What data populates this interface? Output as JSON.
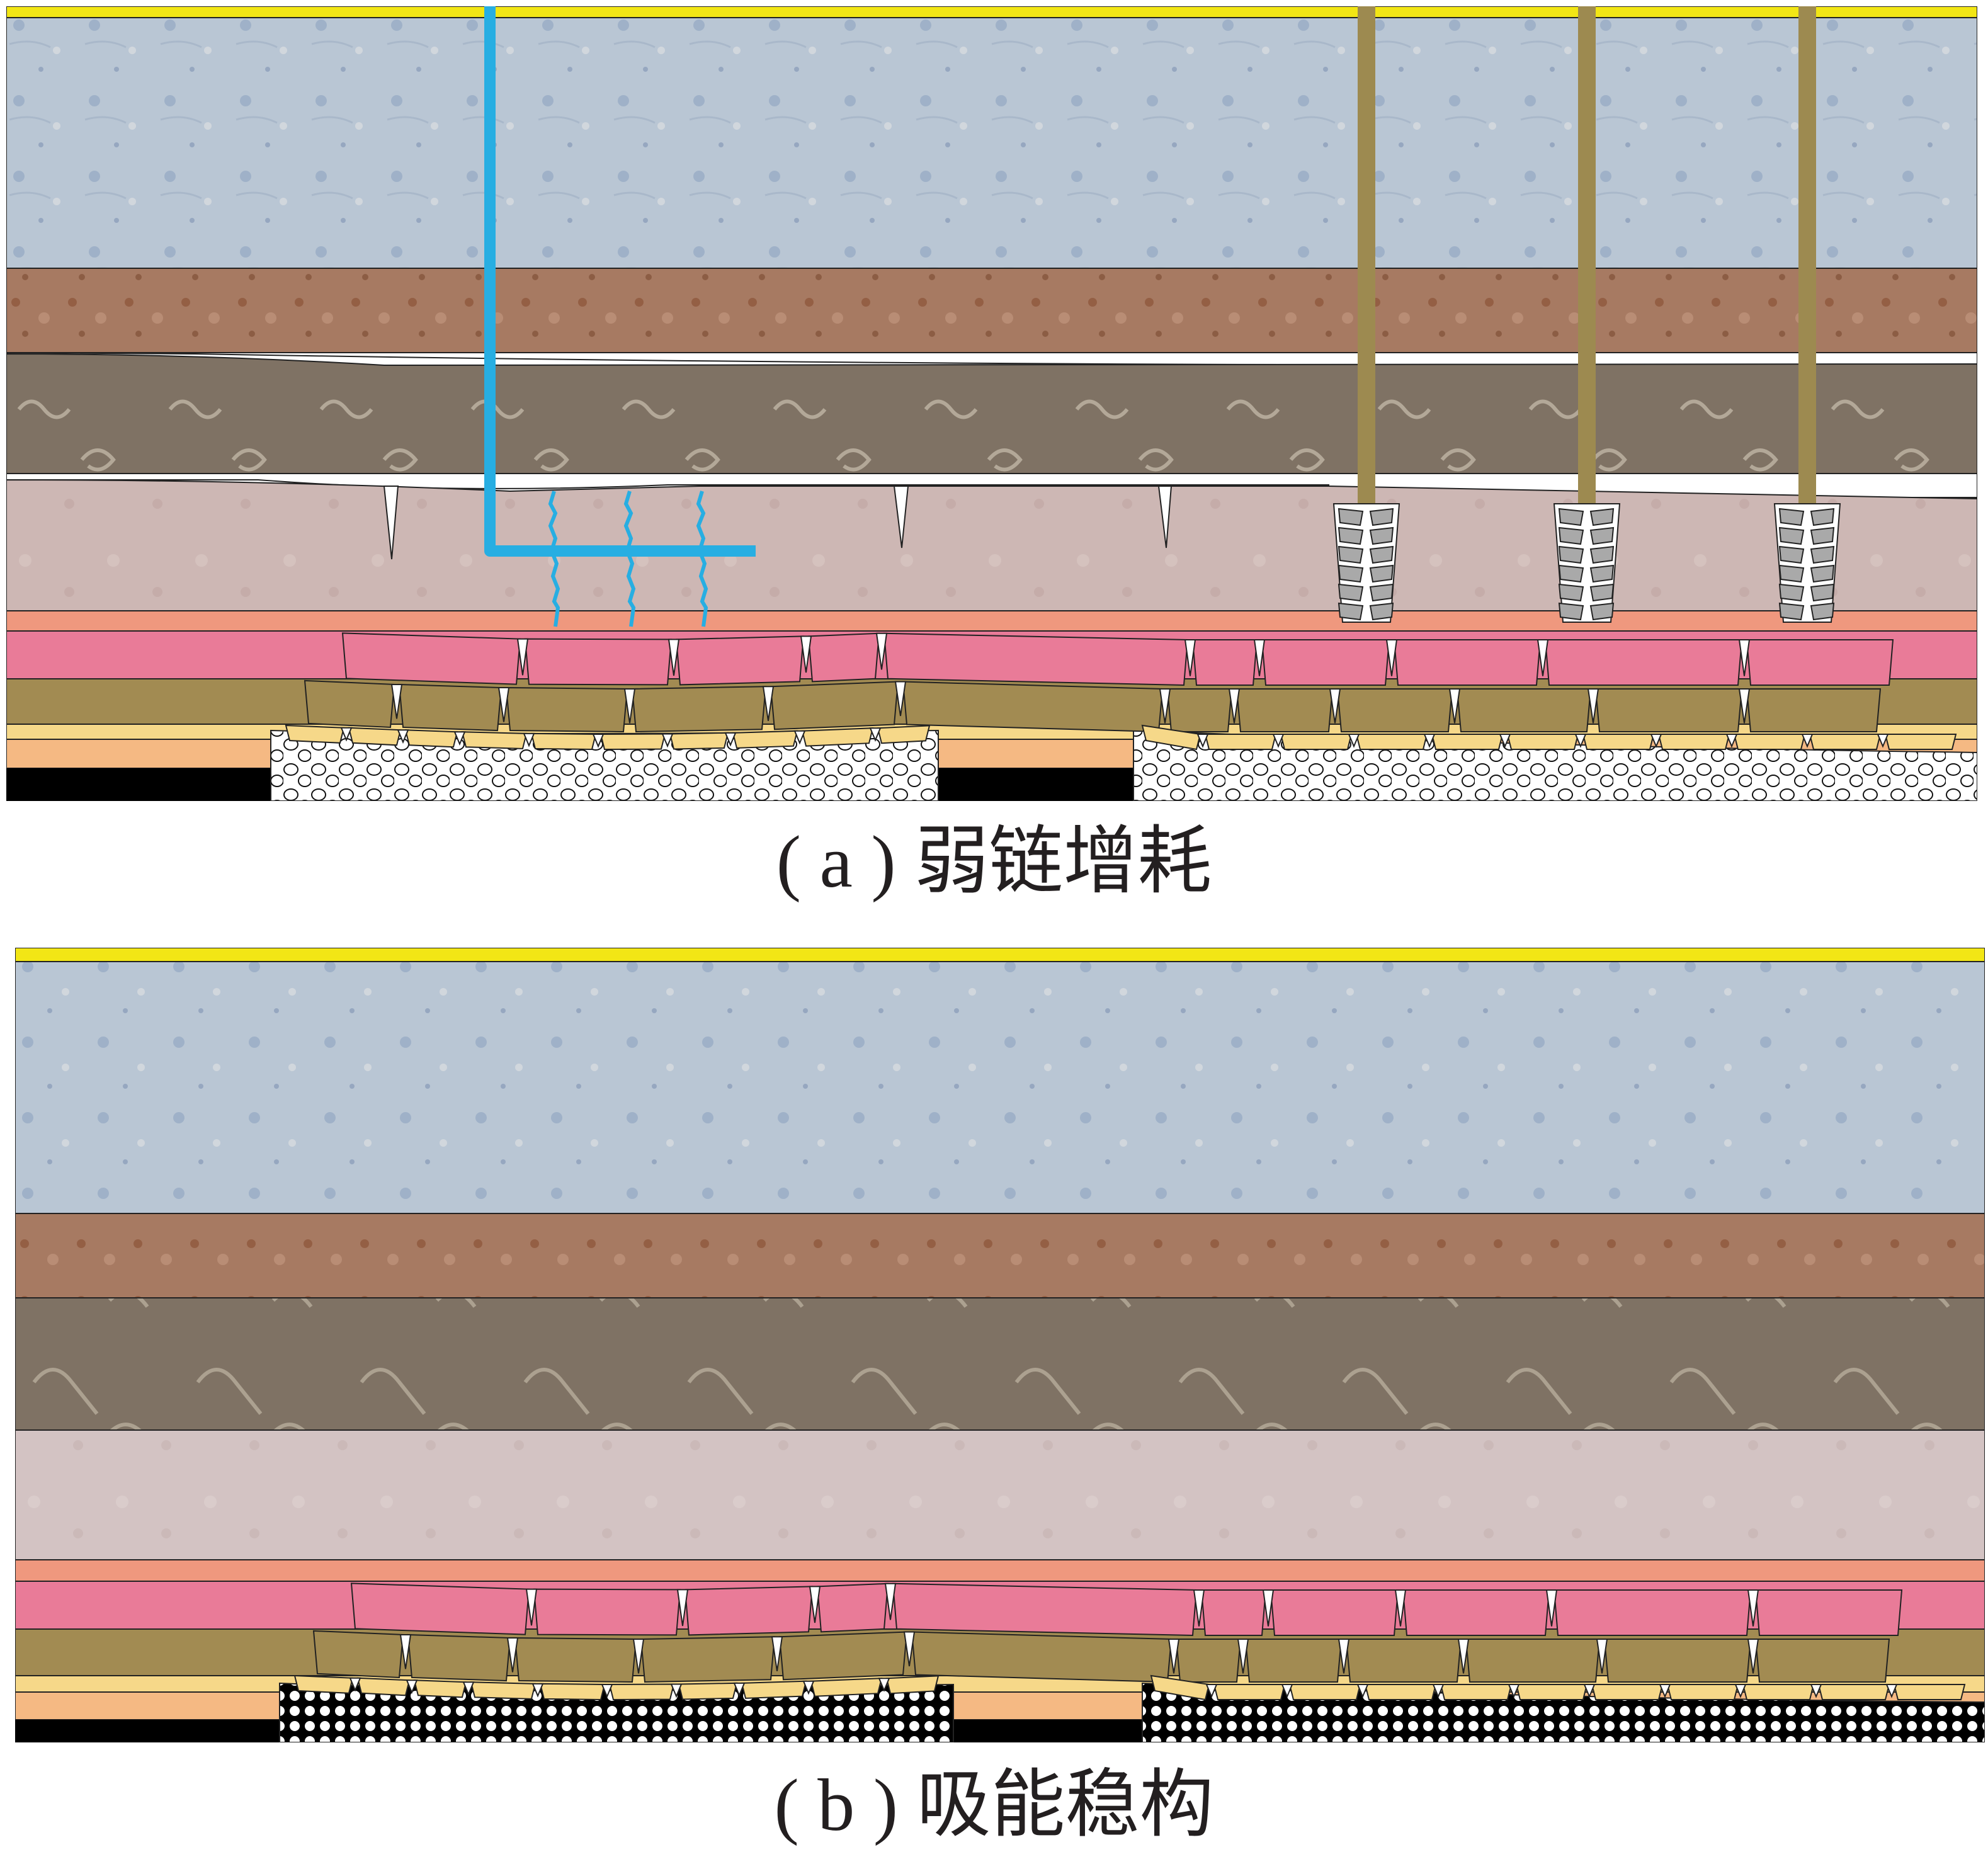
{
  "panels": [
    {
      "id": "a",
      "caption": "( a ) 弱链增耗"
    },
    {
      "id": "b",
      "caption": "( b ) 吸能稳构"
    }
  ],
  "colors": {
    "surface": "#f2e615",
    "topsoil": "#b9c6d4",
    "sandstone_red": "#a77a62",
    "mudstone_dark": "#7f7264",
    "siltstone_pink": "#cdb7b4",
    "key_layer_salmon": "#ef987e",
    "key_layer_pink": "#e97b98",
    "roof_olive": "#a28b52",
    "immediate_roof_yellow": "#f6d889",
    "coal_orange": "#f5b983",
    "floor_black": "#000000",
    "fracture_pipe_blue": "#27aee2",
    "anchor_bolt_tan": "#9d8a50",
    "bolt_block_gray": "#a9a9a9"
  },
  "icons": {
    "fracturing_pipe": "l-shaped-pipe-icon",
    "crack": "crack-icon",
    "anchor_bolt": "anchor-bolt-icon",
    "gob_rubble": "rubble-circles-icon",
    "gob_honeycomb": "honeycomb-fill-icon"
  }
}
